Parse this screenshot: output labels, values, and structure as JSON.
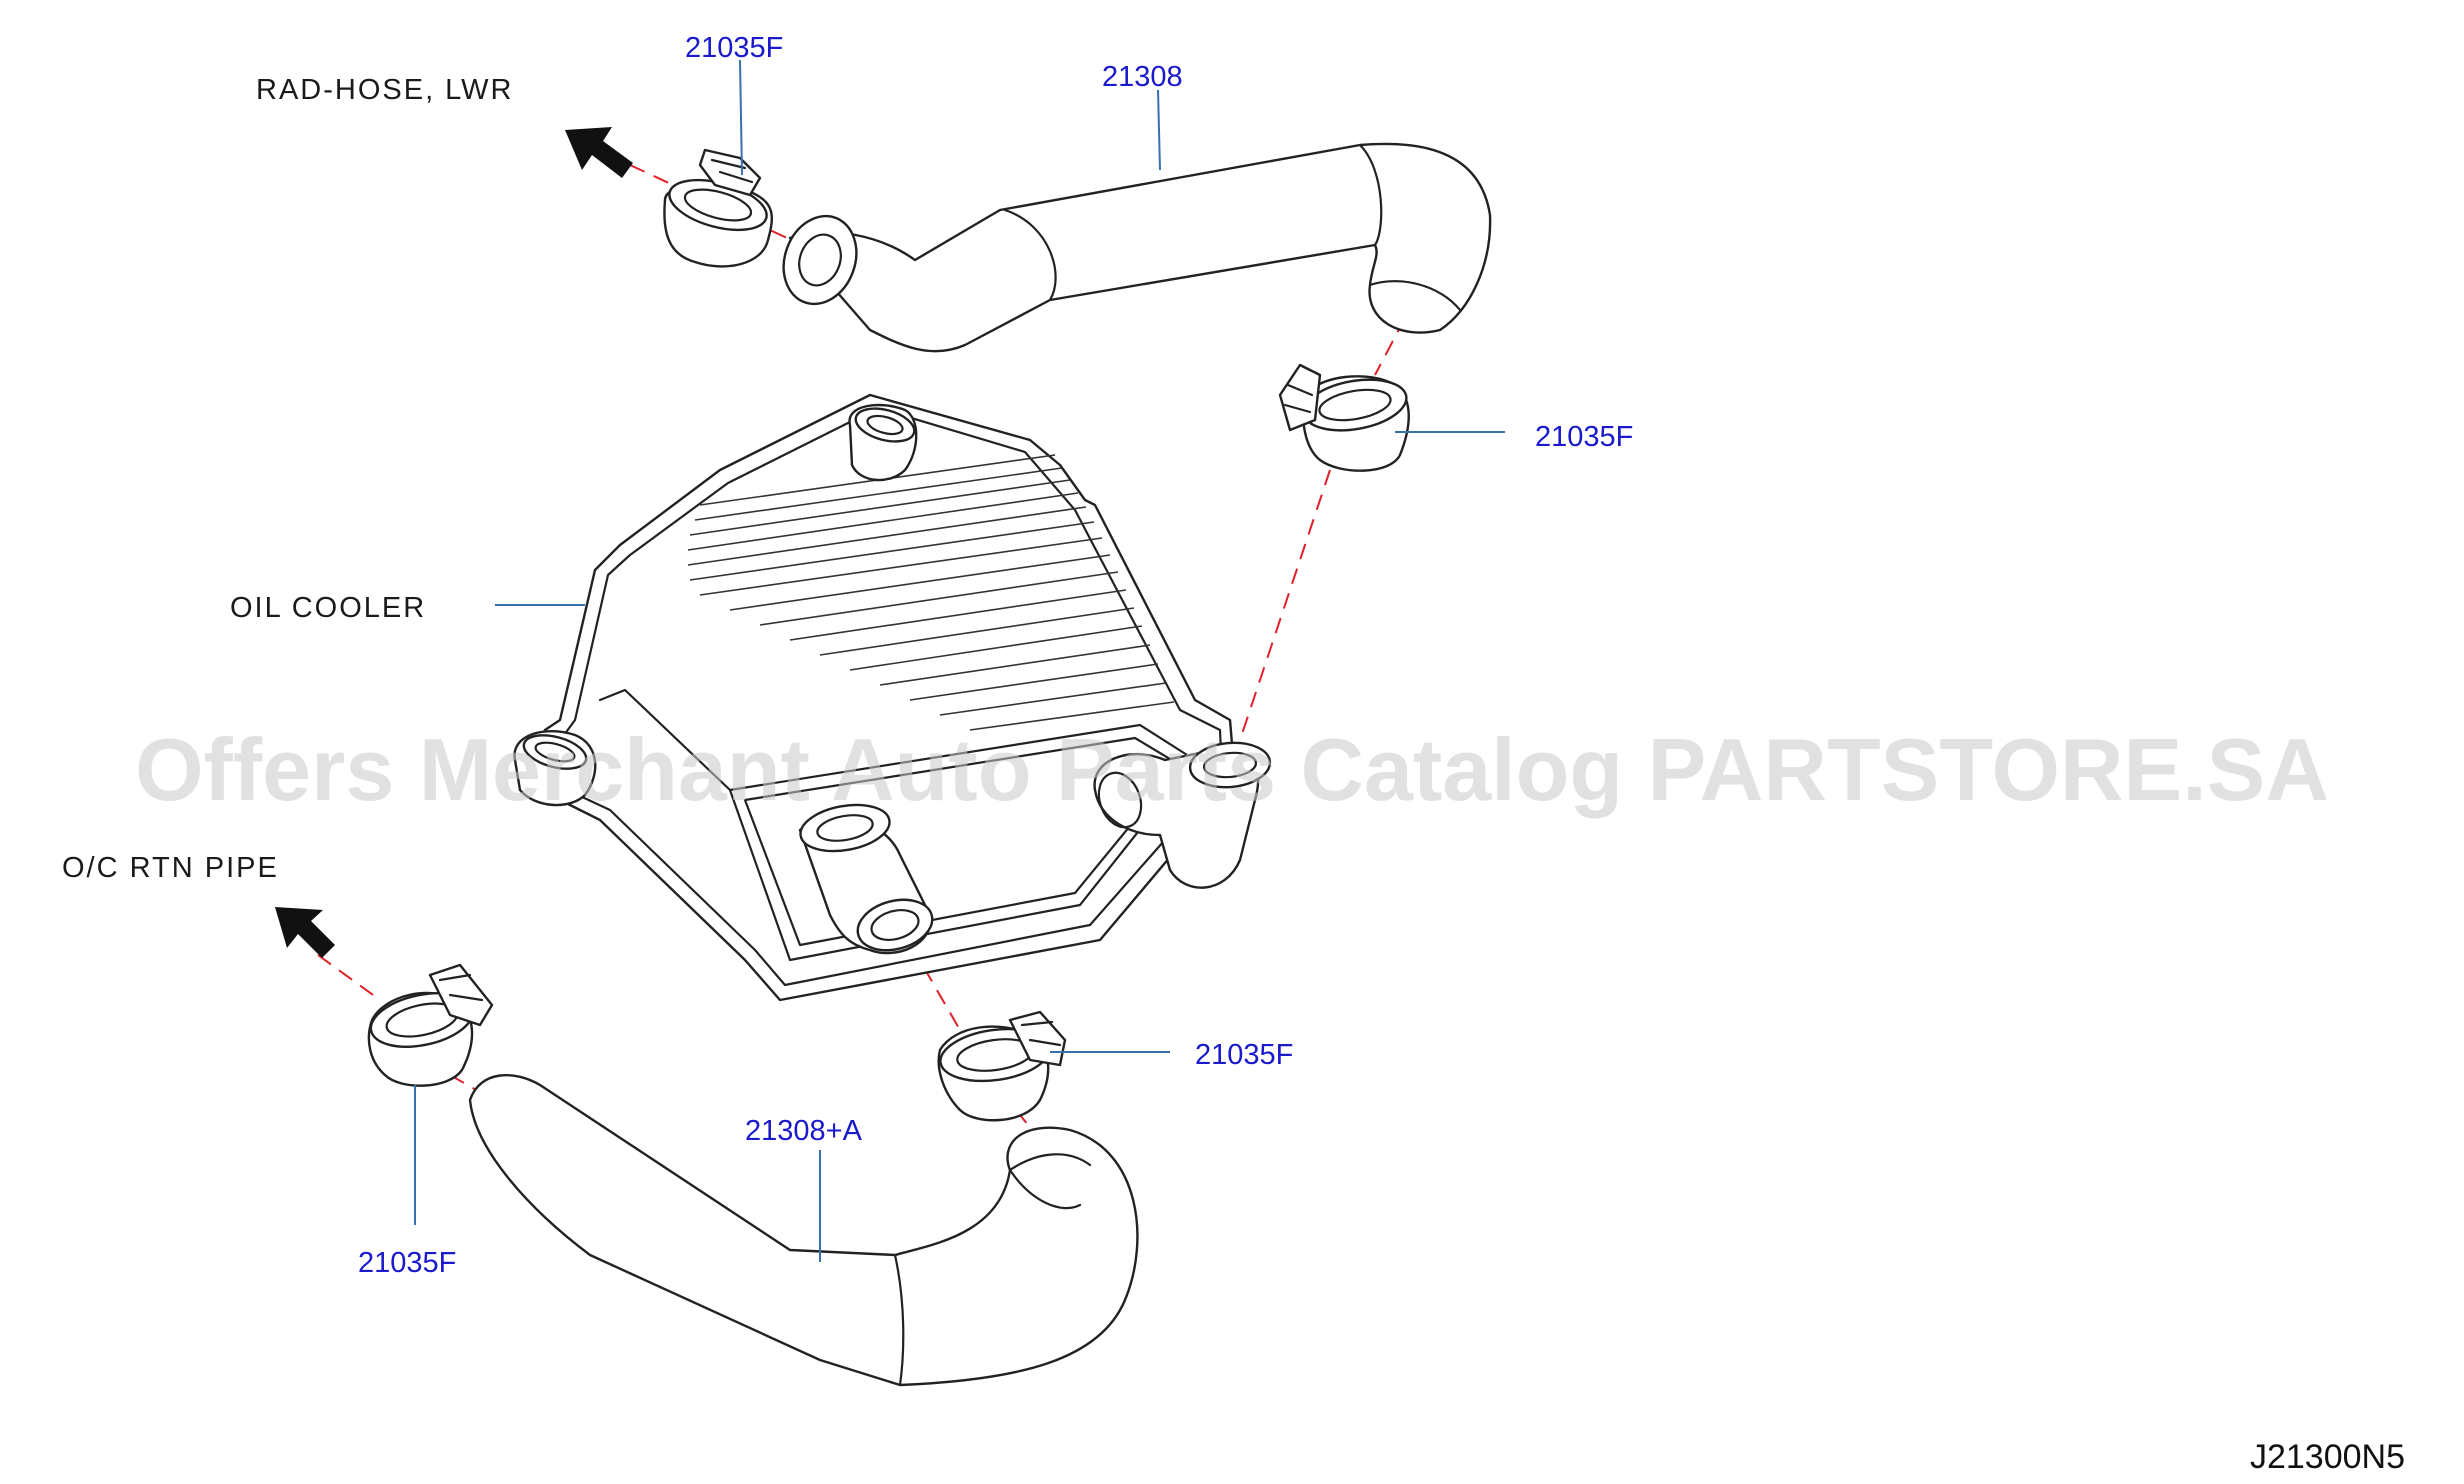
{
  "watermark": "Offers Merchant Auto Parts Catalog PARTSTORE.SA",
  "diagram_code": "J21300N5",
  "labels": {
    "rad_hose_lwr": "RAD-HOSE,  LWR",
    "oil_cooler": "OIL  COOLER",
    "oc_rtn_pipe": "O/C  RTN  PIPE"
  },
  "part_numbers": {
    "clamp_top": "21035F",
    "hose_upper": "21308",
    "clamp_right": "21035F",
    "clamp_middle": "21035F",
    "hose_lower": "21308+A",
    "clamp_lower_left": "21035F"
  },
  "colors": {
    "part_number_text": "#1a1acc",
    "leader_line": "#3a6fb0",
    "dashed_assembly_line": "#e0202a",
    "outline": "#222222"
  }
}
